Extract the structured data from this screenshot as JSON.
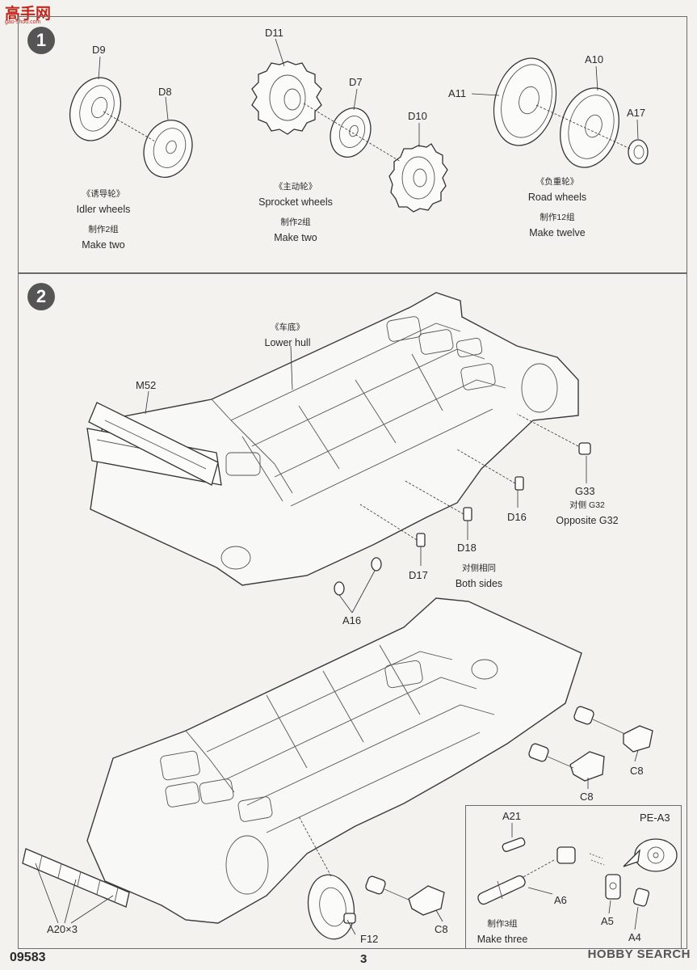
{
  "watermark": {
    "logo_text": "高手网",
    "url": "gao-shou.com"
  },
  "step1": {
    "number": "1",
    "labels": {
      "d9": "D9",
      "d8": "D8",
      "d11": "D11",
      "d7": "D7",
      "d10": "D10",
      "a11": "A11",
      "a10": "A10",
      "a17": "A17"
    },
    "idler": {
      "zh": "《诱导轮》",
      "en": "Idler wheels",
      "qty_zh": "制作2组",
      "qty_en": "Make two"
    },
    "sprocket": {
      "zh": "《主动轮》",
      "en": "Sprocket wheels",
      "qty_zh": "制作2组",
      "qty_en": "Make two"
    },
    "road": {
      "zh": "《负重轮》",
      "en": "Road  wheels",
      "qty_zh": "制作12组",
      "qty_en": "Make twelve"
    }
  },
  "step2": {
    "number": "2",
    "lower_hull": {
      "zh": "《车底》",
      "en": "Lower hull"
    },
    "labels": {
      "m52": "M52",
      "g33": "G33",
      "g32_zh": "对侧 G32",
      "g32_en": "Opposite G32",
      "d16": "D16",
      "d18": "D18",
      "d17": "D17",
      "both_zh": "对侧相同",
      "both_en": "Both sides",
      "a16": "A16",
      "c8_a": "C8",
      "c8_b": "C8",
      "c8_c": "C8",
      "a20": "A20×3",
      "f12": "F12"
    },
    "inset": {
      "a21": "A21",
      "a6": "A6",
      "a5": "A5",
      "a4": "A4",
      "pe": "PE-A3",
      "qty_zh": "制作3组",
      "qty_en": "Make three"
    }
  },
  "footer": {
    "code": "09583",
    "page": "3",
    "brand": "HOBBY SEARCH"
  }
}
